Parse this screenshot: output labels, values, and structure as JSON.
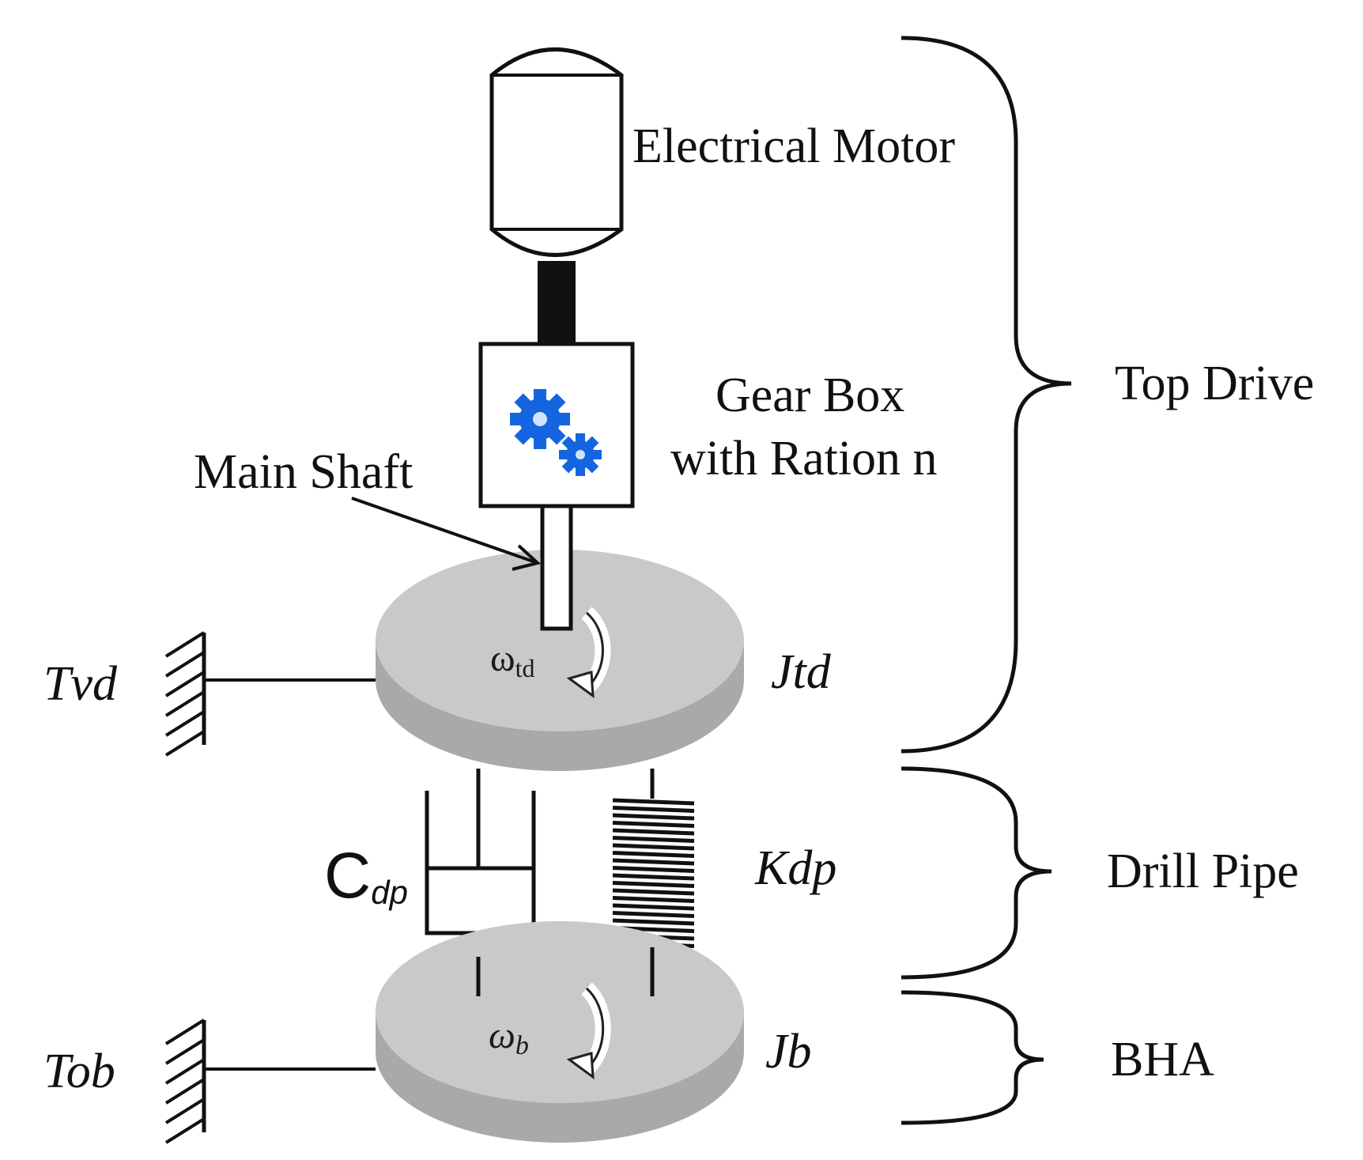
{
  "labels": {
    "electrical_motor": "Electrical Motor",
    "gear_box_line1": "Gear Box",
    "gear_box_line2": "with Ration n",
    "main_shaft": "Main Shaft",
    "top_drive": "Top Drive",
    "drill_pipe": "Drill Pipe",
    "bha": "BHA",
    "tvd": "Tvd",
    "jtd": "Jtd",
    "kdp": "Kdp",
    "cdp_base": "C",
    "cdp_sub": "dp",
    "tob": "Tob",
    "jb": "Jb",
    "omega_td_base": "ω",
    "omega_td_sub": "td",
    "omega_b_base": "ω",
    "omega_b_sub": "b"
  },
  "colors": {
    "ink": "#111111",
    "disc_top": "#c9c9c9",
    "disc_side": "#a9a9a9",
    "gear": "#1565e0",
    "gear_center": "#cfe3ff"
  },
  "icons": {
    "gear": "gear-icon",
    "rotation": "rotation-arrow-icon"
  }
}
